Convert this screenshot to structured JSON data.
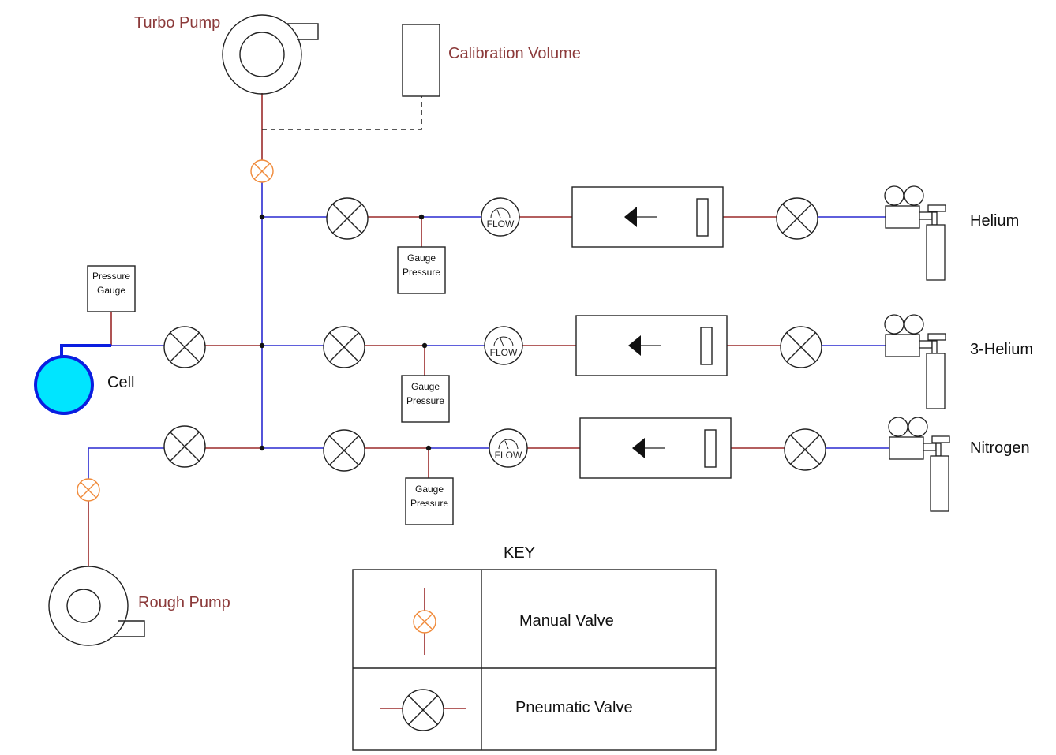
{
  "labels": {
    "turbo_pump": "Turbo Pump",
    "calibration_volume": "Calibration Volume",
    "rough_pump": "Rough Pump",
    "cell": "Cell",
    "pressure_gauge_line1": "Pressure",
    "pressure_gauge_line2": "Gauge",
    "gauge_line1": "Gauge",
    "gauge_line2": "Pressure",
    "flow": "FLOW"
  },
  "gas_lines": [
    {
      "name": "Helium"
    },
    {
      "name": "3-Helium"
    },
    {
      "name": "Nitrogen"
    }
  ],
  "key": {
    "title": "KEY",
    "manual_valve": "Manual Valve",
    "pneumatic_valve": "Pneumatic Valve"
  },
  "colors": {
    "pipe_blue": "#2a2ad0",
    "pipe_red": "#9b2a2a",
    "cell_fill": "#00e5ff",
    "cell_stroke": "#0a1ee0",
    "manual_valve": "#f08a3a",
    "label_brown": "#8b3a3a"
  }
}
